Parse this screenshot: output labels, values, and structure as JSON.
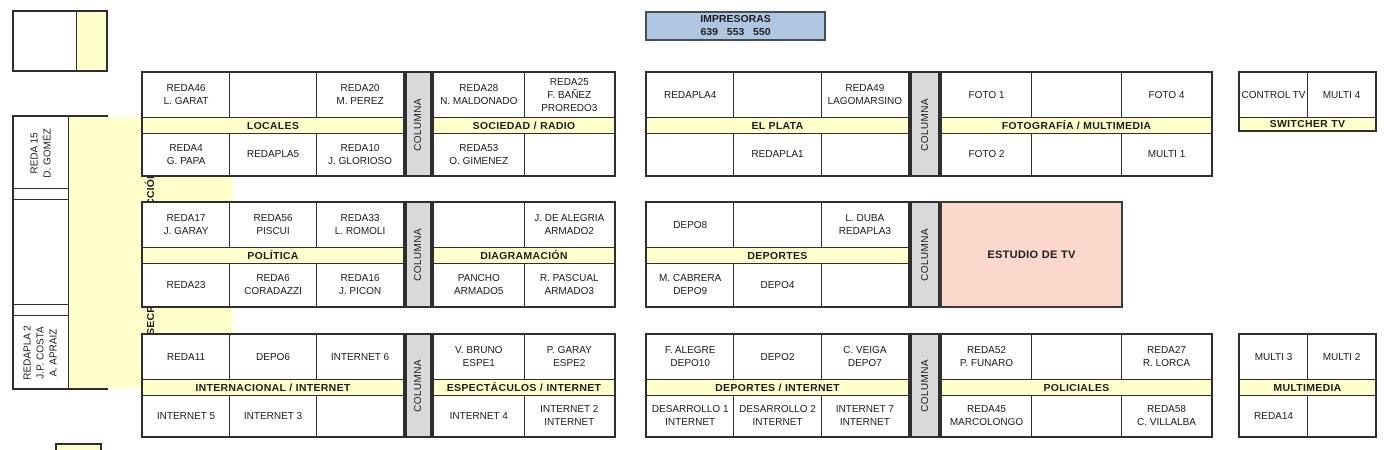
{
  "colors": {
    "banner": "#FFFFCC",
    "column": "#D9D9D9",
    "printer": "#AEC6E2",
    "studio": "#FBD8CB",
    "border": "#2E2E2E"
  },
  "labels": {
    "column": "COLUMNA",
    "secretaries": "SECRETARIOS DE REDACCIÓN",
    "studio": "ESTUDIO DE TV"
  },
  "printer": {
    "line1": "IMPRESORAS",
    "line2": "639   553   550"
  },
  "left_column": {
    "cell1": [
      "REDA 15",
      "D. GOMÉZ"
    ],
    "cell2": [],
    "cell3": [
      "REDAPLA 2",
      "J.P. COSTA",
      "A. APRAIZ"
    ]
  },
  "blocks": {
    "locales": {
      "banner": "LOCALES",
      "top": [
        [
          "REDA46",
          "L. GARAT"
        ],
        [],
        [
          "REDA20",
          "M. PEREZ"
        ]
      ],
      "bottom": [
        [
          "REDA4",
          "G. PAPA"
        ],
        [
          "REDAPLA5"
        ],
        [
          "REDA10",
          "J. GLORIOSO"
        ]
      ]
    },
    "sociedad": {
      "banner": "SOCIEDAD / RADIO",
      "top": [
        [
          "REDA28",
          "N. MALDONADO"
        ],
        [
          "REDA25",
          "F. BAÑEZ",
          "PROREDO3"
        ]
      ],
      "bottom": [
        [
          "REDA53",
          "O. GIMENEZ"
        ],
        []
      ]
    },
    "elplata": {
      "banner": "EL PLATA",
      "top": [
        [
          "REDAPLA4"
        ],
        [],
        [
          "REDA49",
          "LAGOMARSINO"
        ]
      ],
      "bottom": [
        [],
        [
          "REDAPLA1"
        ],
        []
      ]
    },
    "fotografia": {
      "banner": "FOTOGRAFÍA / MULTIMEDIA",
      "top": [
        [
          "FOTO 1"
        ],
        [],
        [
          "FOTO 4"
        ]
      ],
      "bottom": [
        [
          "FOTO 2"
        ],
        [],
        [
          "MULTI 1"
        ]
      ]
    },
    "switcher": {
      "banner": "SWITCHER TV",
      "top": [
        [
          "CONTROL TV"
        ],
        [
          "MULTI 4"
        ]
      ]
    },
    "politica": {
      "banner": "POLÍTICA",
      "top": [
        [
          "REDA17",
          "J. GARAY"
        ],
        [
          "REDA56",
          "PISCUI"
        ],
        [
          "REDA33",
          "L. ROMOLI"
        ]
      ],
      "bottom": [
        [
          "REDA23"
        ],
        [
          "REDA6",
          "CORADAZZI"
        ],
        [
          "REDA16",
          "J. PICON"
        ]
      ]
    },
    "diagramacion": {
      "banner": "DIAGRAMACIÓN",
      "top": [
        [],
        [
          "J. DE ALEGRIA",
          "ARMADO2"
        ]
      ],
      "bottom": [
        [
          "PANCHO",
          "ARMADO5"
        ],
        [
          "R. PASCUAL",
          "ARMADO3"
        ]
      ]
    },
    "deportes": {
      "banner": "DEPORTES",
      "top": [
        [
          "DEPO8"
        ],
        [],
        [
          "L. DUBA",
          "REDAPLA3"
        ]
      ],
      "bottom": [
        [
          "M. CABRERA",
          "DEPO9"
        ],
        [
          "DEPO4"
        ],
        []
      ]
    },
    "internacional": {
      "banner": "INTERNACIONAL / INTERNET",
      "top": [
        [
          "REDA11"
        ],
        [
          "DEPO6"
        ],
        [
          "INTERNET 6"
        ]
      ],
      "bottom": [
        [
          "INTERNET 5"
        ],
        [
          "INTERNET 3"
        ],
        []
      ]
    },
    "espectaculos": {
      "banner": "ESPECTÁCULOS / INTERNET",
      "top": [
        [
          "V. BRUNO",
          "ESPE1"
        ],
        [
          "P. GARAY",
          "ESPE2"
        ]
      ],
      "bottom": [
        [
          "INTERNET 4"
        ],
        [
          "INTERNET 2",
          "INTERNET"
        ]
      ]
    },
    "deportes_internet": {
      "banner": "DEPORTES / INTERNET",
      "top": [
        [
          "F. ALEGRE",
          "DEPO10"
        ],
        [
          "DEPO2"
        ],
        [
          "C. VEIGA",
          "DEPO7"
        ]
      ],
      "bottom": [
        [
          "DESARROLLO 1",
          "INTERNET"
        ],
        [
          "DESARROLLO 2",
          "INTERNET"
        ],
        [
          "INTERNET 7",
          "INTERNET"
        ]
      ]
    },
    "policiales": {
      "banner": "POLICIALES",
      "top": [
        [
          "REDA52",
          "P. FUNARO"
        ],
        [],
        [
          "REDA27",
          "R. LORCA"
        ]
      ],
      "bottom": [
        [
          "REDA45",
          "MARCOLONGO"
        ],
        [],
        [
          "REDA58",
          "C. VILLALBA"
        ]
      ]
    },
    "multimedia": {
      "banner": "MULTIMEDIA",
      "top": [
        [
          "MULTI 3"
        ],
        [
          "MULTI 2"
        ]
      ],
      "bottom": [
        [
          "REDA14"
        ],
        []
      ]
    }
  }
}
